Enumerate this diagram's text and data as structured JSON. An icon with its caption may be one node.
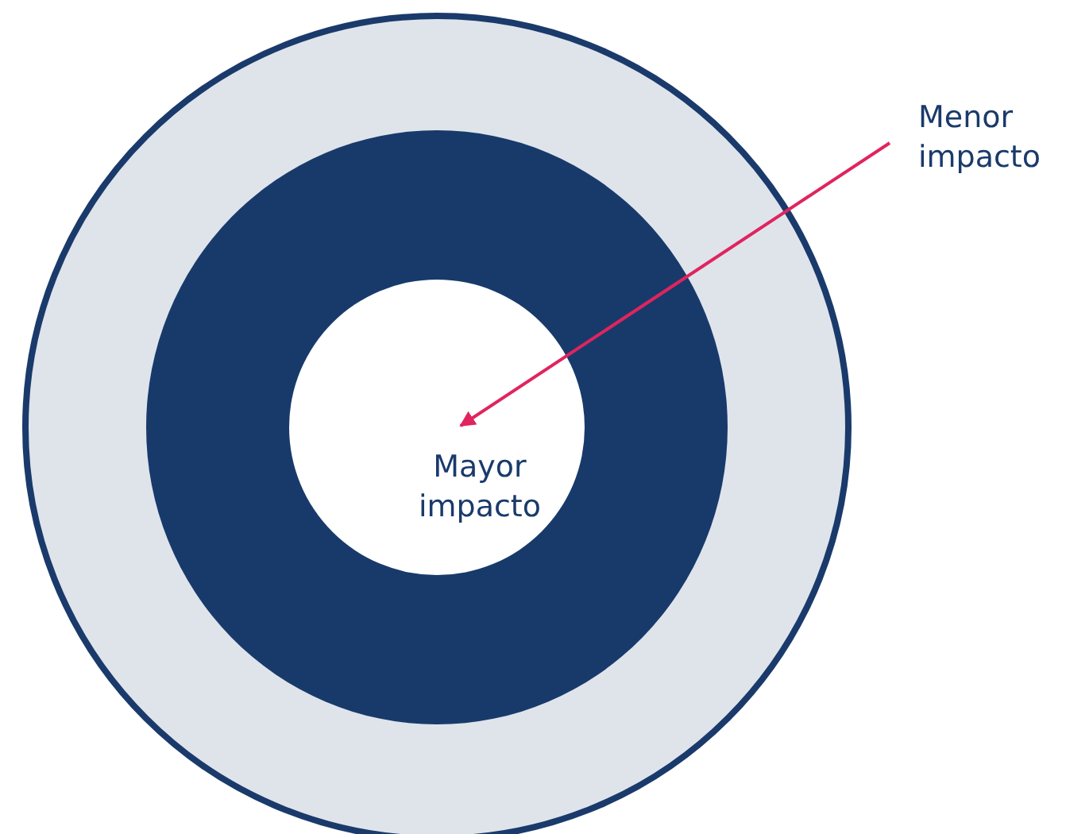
{
  "diagram": {
    "nodes": [
      {
        "text": [],
        "shape": "circle"
      },
      {
        "text": [],
        "shape": "circle",
        "in": 0
      },
      {
        "text": [
          "Mayor impacto"
        ],
        "in": 1
      },
      {
        "text": [
          "Menor impacto"
        ]
      }
    ],
    "edges": [
      {
        "from": 3,
        "to": 2,
        "arrow": "to"
      }
    ]
  }
}
